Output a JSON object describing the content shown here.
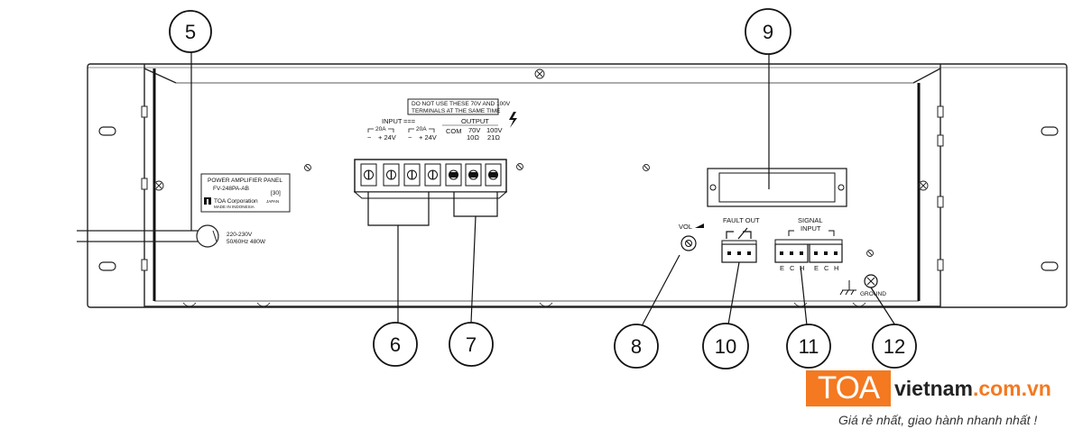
{
  "callouts": [
    "5",
    "6",
    "7",
    "8",
    "9",
    "10",
    "11",
    "12"
  ],
  "nameplate": {
    "line1": "POWER AMPLIFIER PANEL",
    "line2": "FV-248PA-AB",
    "badge": "[30]",
    "maker": "TOA Corporation",
    "country": "JAPAN",
    "made_in": "MADE IN INDONESIA"
  },
  "power_rating": {
    "line1": "220-230V",
    "line2": "50/60Hz 480W"
  },
  "warning": {
    "line1": "DO NOT USE THESE 70V AND 100V",
    "line2": "TERMINALS AT THE SAME TIME"
  },
  "input": {
    "label": "INPUT",
    "dc_symbol": "===",
    "fuse1": "20A",
    "fuse2": "20A",
    "minus1": "−",
    "plus1": "+ 24V",
    "minus2": "−",
    "plus2": "+ 24V"
  },
  "output": {
    "label": "OUTPUT",
    "com": "COM",
    "v70": "70V",
    "v70_ohm": "10Ω",
    "v100": "100V",
    "v100_ohm": "21Ω"
  },
  "vol_label": "VOL",
  "fault_out_label": "FAULT OUT",
  "signal_input": {
    "line1": "SIGNAL",
    "line2": "INPUT",
    "pins": [
      "E",
      "C",
      "H",
      "E",
      "C",
      "H"
    ]
  },
  "ground_label": "GROUND",
  "brand": {
    "box": "TOA",
    "domain_name": "vietnam",
    "domain_tld": ".com.vn",
    "slogan": "Giá rẻ nhất, giao hành nhanh nhất !"
  }
}
